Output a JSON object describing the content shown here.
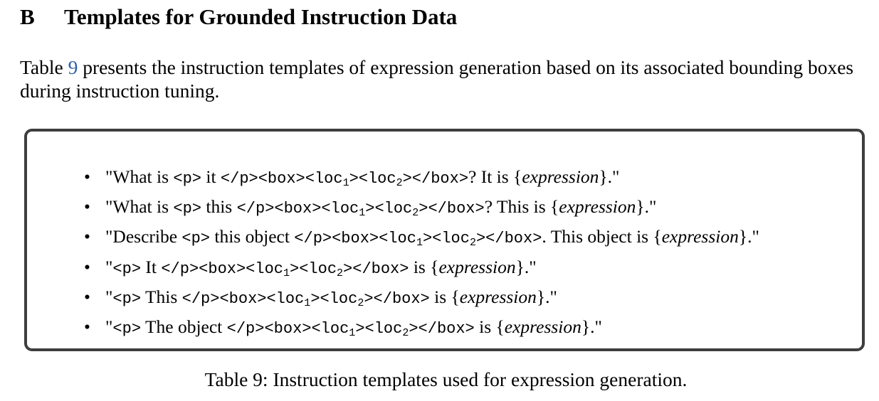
{
  "section": {
    "number": "B",
    "title": "Templates for Grounded Instruction Data"
  },
  "intro": {
    "prefix": "Table ",
    "table_ref": "9",
    "suffix": " presents the instruction templates of expression generation based on its associated bounding boxes during instruction tuning."
  },
  "templates": [
    {
      "pre": "\"What is ",
      "p_open": "<p>",
      "phrase": " it ",
      "tokens_a": "</p><box><loc",
      "sub1": "1",
      "tokens_b": "><loc",
      "sub2": "2",
      "tokens_c": "></box>",
      "mid": "? It is {",
      "var": "expression",
      "post": "}.\""
    },
    {
      "pre": "\"What is ",
      "p_open": "<p>",
      "phrase": " this ",
      "tokens_a": "</p><box><loc",
      "sub1": "1",
      "tokens_b": "><loc",
      "sub2": "2",
      "tokens_c": "></box>",
      "mid": "? This is {",
      "var": "expression",
      "post": "}.\""
    },
    {
      "pre": "\"Describe ",
      "p_open": "<p>",
      "phrase": " this object ",
      "tokens_a": "</p><box><loc",
      "sub1": "1",
      "tokens_b": "><loc",
      "sub2": "2",
      "tokens_c": "></box>",
      "mid": ". This object is {",
      "var": "expression",
      "post": "}.\""
    },
    {
      "pre": "\"",
      "p_open": "<p>",
      "phrase": " It ",
      "tokens_a": "</p><box><loc",
      "sub1": "1",
      "tokens_b": "><loc",
      "sub2": "2",
      "tokens_c": "></box>",
      "mid": " is {",
      "var": "expression",
      "post": "}.\""
    },
    {
      "pre": "\"",
      "p_open": "<p>",
      "phrase": " This ",
      "tokens_a": "</p><box><loc",
      "sub1": "1",
      "tokens_b": "><loc",
      "sub2": "2",
      "tokens_c": "></box>",
      "mid": " is {",
      "var": "expression",
      "post": "}.\""
    },
    {
      "pre": "\"",
      "p_open": "<p>",
      "phrase": " The object ",
      "tokens_a": "</p><box><loc",
      "sub1": "1",
      "tokens_b": "><loc",
      "sub2": "2",
      "tokens_c": "></box>",
      "mid": " is {",
      "var": "expression",
      "post": "}.\""
    }
  ],
  "bullet_symbol": "•",
  "caption": "Table 9: Instruction templates used for expression generation.",
  "colors": {
    "text": "#000000",
    "link": "#2f5fa8",
    "box_border": "#3e3e3e"
  }
}
